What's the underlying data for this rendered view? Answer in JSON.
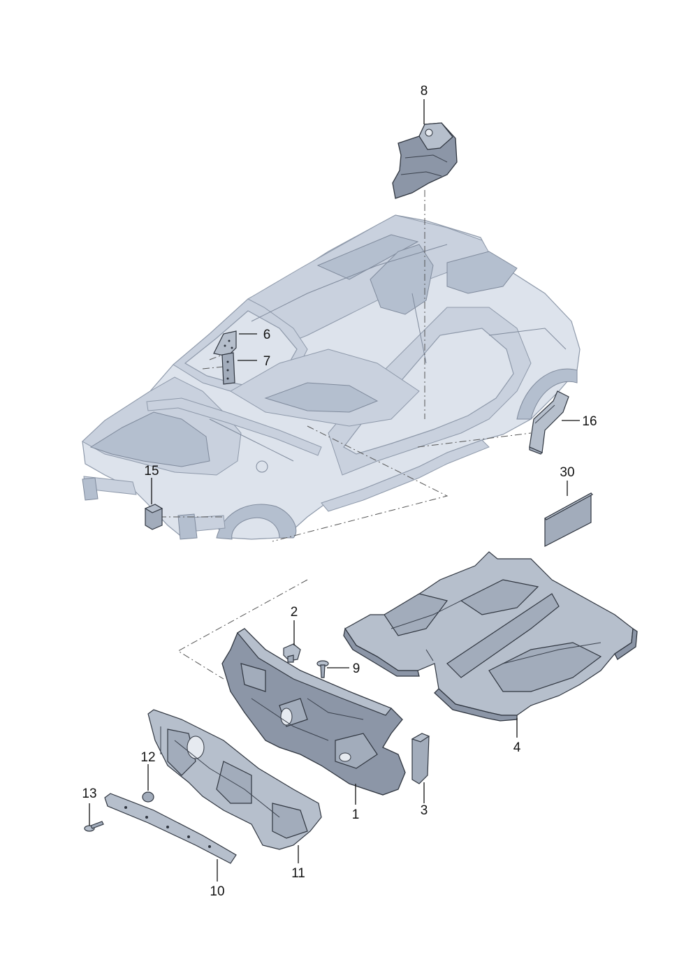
{
  "labels": {
    "p1": "1",
    "p2": "2",
    "p3": "3",
    "p4": "4",
    "p6": "6",
    "p7": "7",
    "p8": "8",
    "p9": "9",
    "p10": "10",
    "p11": "11",
    "p12": "12",
    "p13": "13",
    "p15": "15",
    "p16": "16",
    "p30": "30"
  },
  "colors": {
    "body": "#dde3ec",
    "part": "#8c96a7",
    "outline": "#2f353f"
  }
}
